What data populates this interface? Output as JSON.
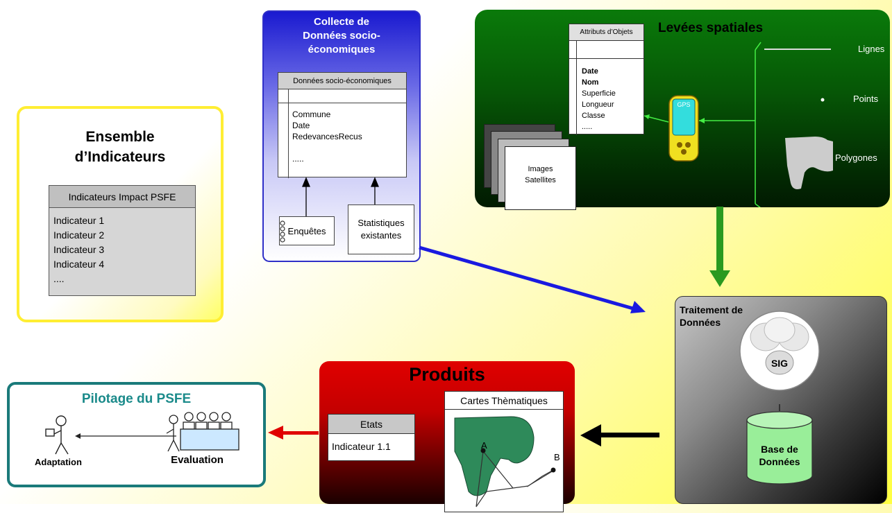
{
  "ensemble": {
    "title_line1": "Ensemble",
    "title_line2": "d’Indicateurs",
    "table_header": "Indicateurs Impact PSFE",
    "items": [
      "Indicateur 1",
      "Indicateur 2",
      "Indicateur 3",
      "Indicateur 4",
      "...."
    ]
  },
  "collecte": {
    "title_line1": "Collecte de",
    "title_line2": "Données socio-",
    "title_line3": "économiques",
    "table_header": "Données socio-économiques",
    "fields": [
      "Commune",
      "Date",
      "RedevancesRecus",
      "....."
    ],
    "enquetes_label": "Enquêtes",
    "stats_line1": "Statistiques",
    "stats_line2": "existantes"
  },
  "levees": {
    "title": "Levées spatiales",
    "attr_header": "Attributs d’Objets",
    "attr_fields_bold": [
      "Date",
      "Nom"
    ],
    "attr_fields": [
      "Superficie",
      "Longueur",
      "Classe",
      "....."
    ],
    "gps_label": "GPS",
    "images_line1": "Images",
    "images_line2": "Satellites",
    "legend": [
      "Lignes",
      "Points",
      "Polygones"
    ]
  },
  "traitement": {
    "title_line1": "Traitement de",
    "title_line2": "Données",
    "sig_label": "SIG",
    "bdd_line1": "Base de",
    "bdd_line2": "Données"
  },
  "produits": {
    "title": "Produits",
    "etats_header": "Etats",
    "etats_item": "Indicateur 1.1",
    "cartes_header": "Cartes Thèmatiques",
    "point_a": "A",
    "point_b": "B"
  },
  "pilotage": {
    "title": "Pilotage du PSFE",
    "adaptation": "Adaptation",
    "evaluation": "Evaluation"
  },
  "colors": {
    "collecte_blue": "#2f2fc8",
    "levees_green": "#0a7a0a",
    "produits_red": "#e00000",
    "pilotage_teal": "#1a7a7a",
    "ensemble_yellow": "#ffee33",
    "sig_db_green": "#99ee99",
    "map_green": "#2e8a5a"
  }
}
